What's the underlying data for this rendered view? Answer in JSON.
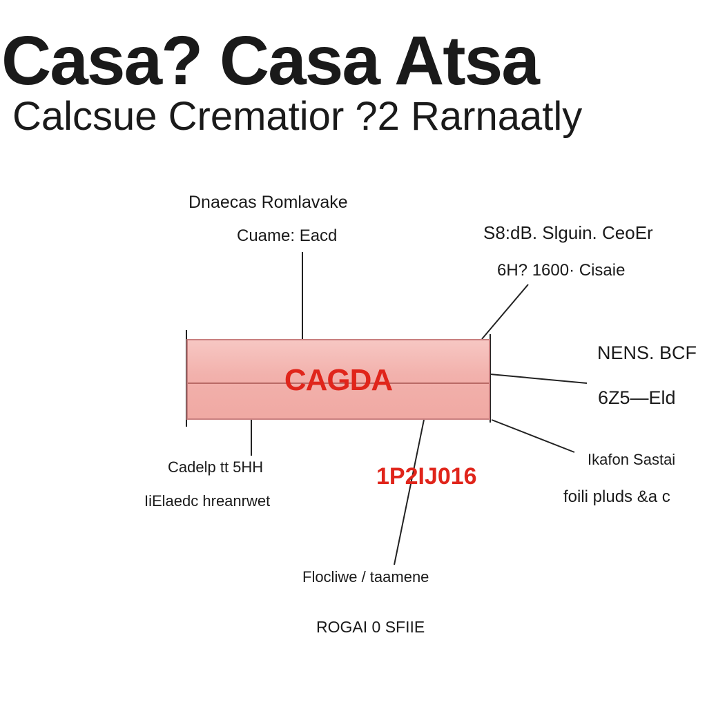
{
  "title": "Casa? Casa Atsa",
  "subtitle": "Calcsue Crematior ?2 Rarnaatly",
  "center_box": {
    "label": "CAGDA"
  },
  "callouts": {
    "top_left_line1": "Dnaecas Romlavake",
    "top_left_line2": "Cuame: Eacd",
    "top_right_line1": "S8:dB. Slguin. CeoEr",
    "top_right_line2": "6H? 1600· Cisaie",
    "right_line1": "NENS. BCF",
    "right_line2": "6Z5—Eld",
    "bottom_right_line1": "Ikafon Sastai",
    "bottom_right_line2": "foili pluds &a c",
    "bottom_left_line1": "Cadelp tt 5HH",
    "bottom_left_line2": "IiElaedc hreanrwet",
    "bottom_center_red": "1P2IJ016",
    "bottom_center_line1": "Flocliwe / taamene",
    "bottom_center_line2": "ROGAI 0 SFIIE"
  },
  "colors": {
    "accent_red": "#e0251b",
    "box_fill": "#f2b1ac",
    "box_border": "#c98080",
    "line": "#222222"
  }
}
